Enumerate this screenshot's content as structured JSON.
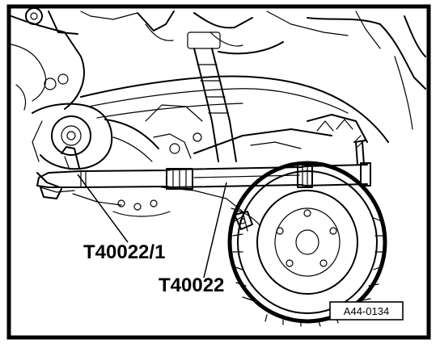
{
  "labels": {
    "tool_insert": "T40022/1",
    "tool_main": "T40022"
  },
  "figure_code": "A44-0134"
}
